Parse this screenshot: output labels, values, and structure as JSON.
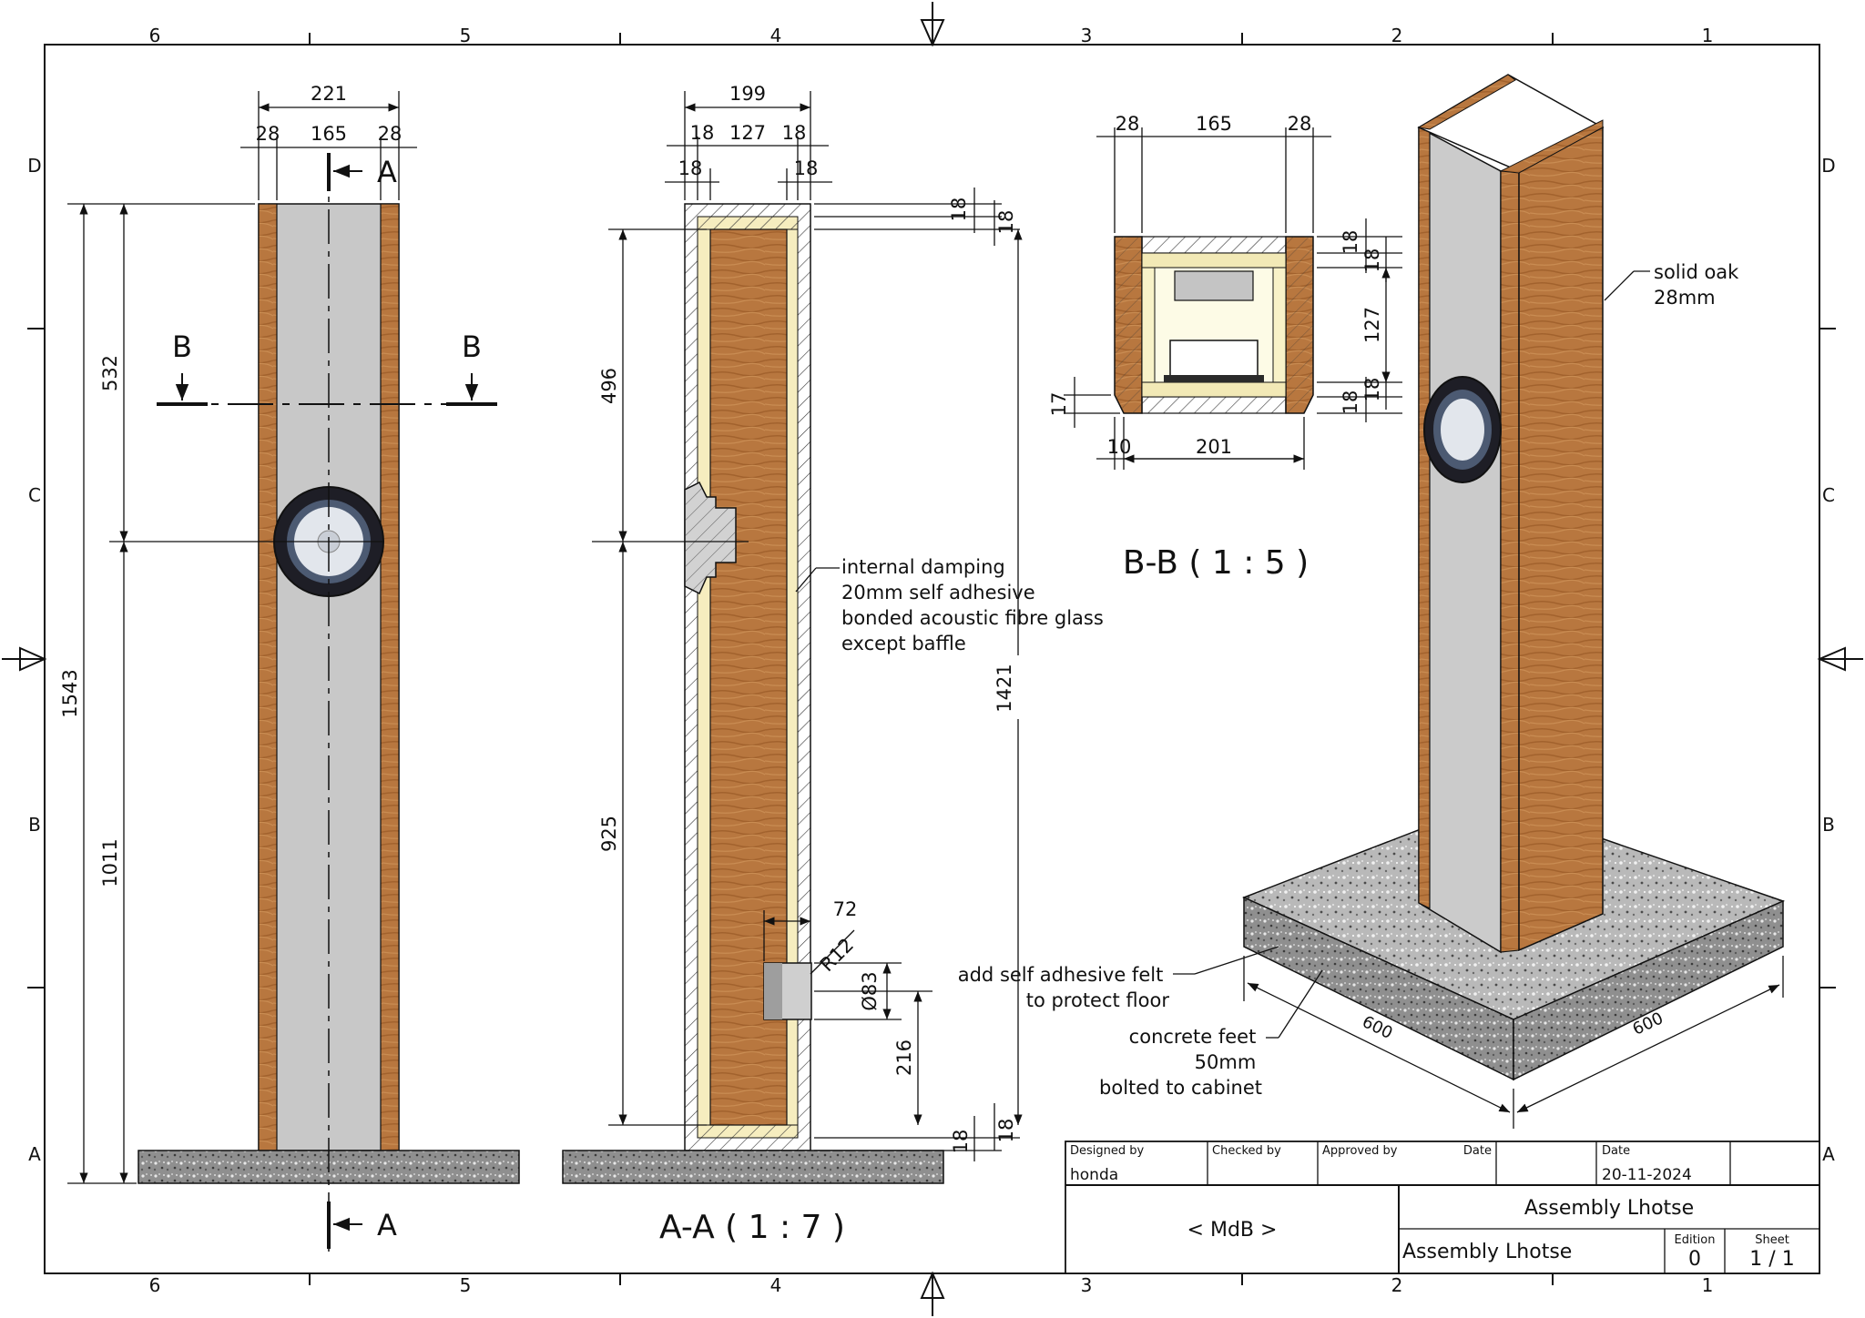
{
  "grid": {
    "columns": [
      "6",
      "5",
      "4",
      "3",
      "2",
      "1"
    ],
    "rows": [
      "D",
      "C",
      "B",
      "A"
    ]
  },
  "front_view": {
    "dims": {
      "overall_width": "221",
      "left_side": "28",
      "inner": "165",
      "right_side": "28",
      "total_height": "1543",
      "top_to_driver": "532",
      "driver_to_base": "1011"
    },
    "section_labels": {
      "a_top": "A",
      "a_bottom": "A",
      "b_left": "B",
      "b_right": "B"
    }
  },
  "section_aa": {
    "title": "A-A ( 1 : 7 )",
    "dims": {
      "overall_width": "199",
      "left_wall": "18",
      "inner": "127",
      "right_wall": "18",
      "left_lining": "18",
      "right_lining": "18",
      "top_wall": "18",
      "top_lining": "18",
      "upper_chamber": "496",
      "lower_chamber": "925",
      "internal_height": "1421",
      "port_depth": "72",
      "port_radius": "R12",
      "port_diameter": "Ø83",
      "port_height": "216",
      "bottom_wall": "18",
      "bottom_lining": "18"
    },
    "damping_note": [
      "internal damping",
      "20mm self adhesive",
      "bonded acoustic fibre glass",
      "except baffle"
    ],
    "felt_note": [
      "add self adhesive felt",
      "to protect floor"
    ],
    "feet_note": [
      "concrete feet",
      "50mm",
      "bolted to cabinet"
    ]
  },
  "section_bb": {
    "title": "B-B ( 1 : 5 )",
    "dims": {
      "left_side": "28",
      "inner": "165",
      "right_side": "28",
      "top_panel": "18",
      "top_lining": "18",
      "inner_depth": "127",
      "bottom_lining": "18",
      "bottom_panel": "18",
      "chamfer": "17",
      "chamfer_x": "10",
      "front_width": "201"
    }
  },
  "iso_view": {
    "oak_note": [
      "solid oak",
      "28mm"
    ],
    "base_dim_left": "600",
    "base_dim_right": "600"
  },
  "title_block": {
    "designed_by_label": "Designed by",
    "designed_by": "honda",
    "checked_by_label": "Checked by",
    "approved_by_label": "Approved by",
    "date_label_1": "Date",
    "date_label_2": "Date",
    "date": "20-11-2024",
    "company": "< MdB >",
    "title": "Assembly Lhotse",
    "subtitle": "Assembly Lhotse",
    "edition_label": "Edition",
    "edition": "0",
    "sheet_label": "Sheet",
    "sheet": "1 / 1"
  },
  "colors": {
    "oak": "#b5743e",
    "oak_dark": "#8a5426",
    "grey_panel": "#c8c8c8",
    "damping": "#f6edbf",
    "concrete": "#9a9a9a"
  }
}
